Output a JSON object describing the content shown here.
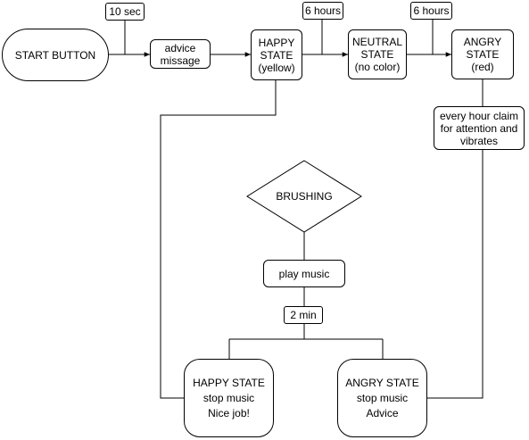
{
  "nodes": {
    "start": "START BUTTON",
    "advice": "advice\nmissage",
    "happy_state": "HAPPY\nSTATE\n(yellow)",
    "neutral_state": "NEUTRAL\nSTATE\n(no color)",
    "angry_state": "ANGRY\nSTATE\n(red)",
    "claim": "every hour claim\nfor attention and\nvibrates",
    "brushing": "BRUSHING",
    "play_music": "play music",
    "happy_end": "HAPPY STATE\nstop music\nNice job!",
    "angry_end": "ANGRY STATE\nstop music\nAdvice"
  },
  "timers": {
    "t1": "10 sec",
    "t2": "6 hours",
    "t3": "6 hours",
    "t4": "2 min"
  }
}
